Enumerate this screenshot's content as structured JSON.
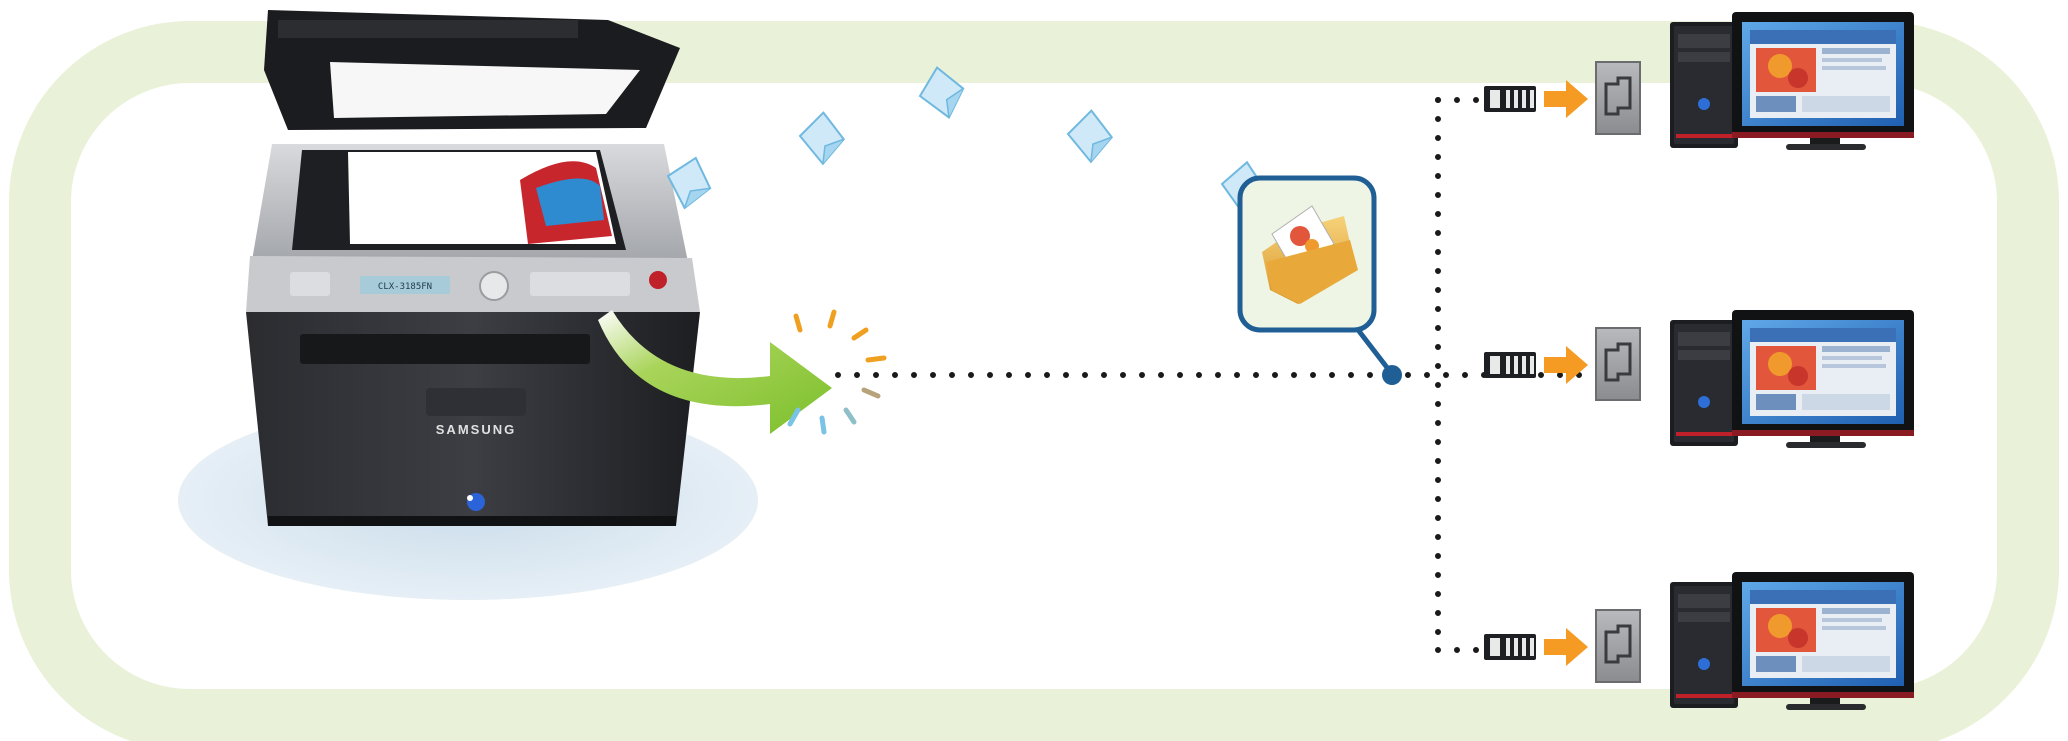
{
  "diagram": {
    "printer": {
      "brand_label": "SAMSUNG",
      "lcd_text": "CLX-3185FN"
    },
    "network": {
      "computer_count": 3
    },
    "colors": {
      "frame": "#e9f2d8",
      "arrow_green": "#8cc63f",
      "port_arrow": "#f59a23",
      "node_blue": "#1f5f95",
      "folder_bubble_border": "#1f5f95",
      "paper_blue": "#9fd3ef",
      "spark_orange": "#f0a020",
      "spark_blue": "#7ac3e6"
    },
    "icons": {
      "printer": "multifunction-printer-icon",
      "folder": "shared-folder-icon",
      "computer": "desktop-computer-icon",
      "connector": "network-cable-connector-icon",
      "port": "ethernet-port-icon"
    }
  }
}
